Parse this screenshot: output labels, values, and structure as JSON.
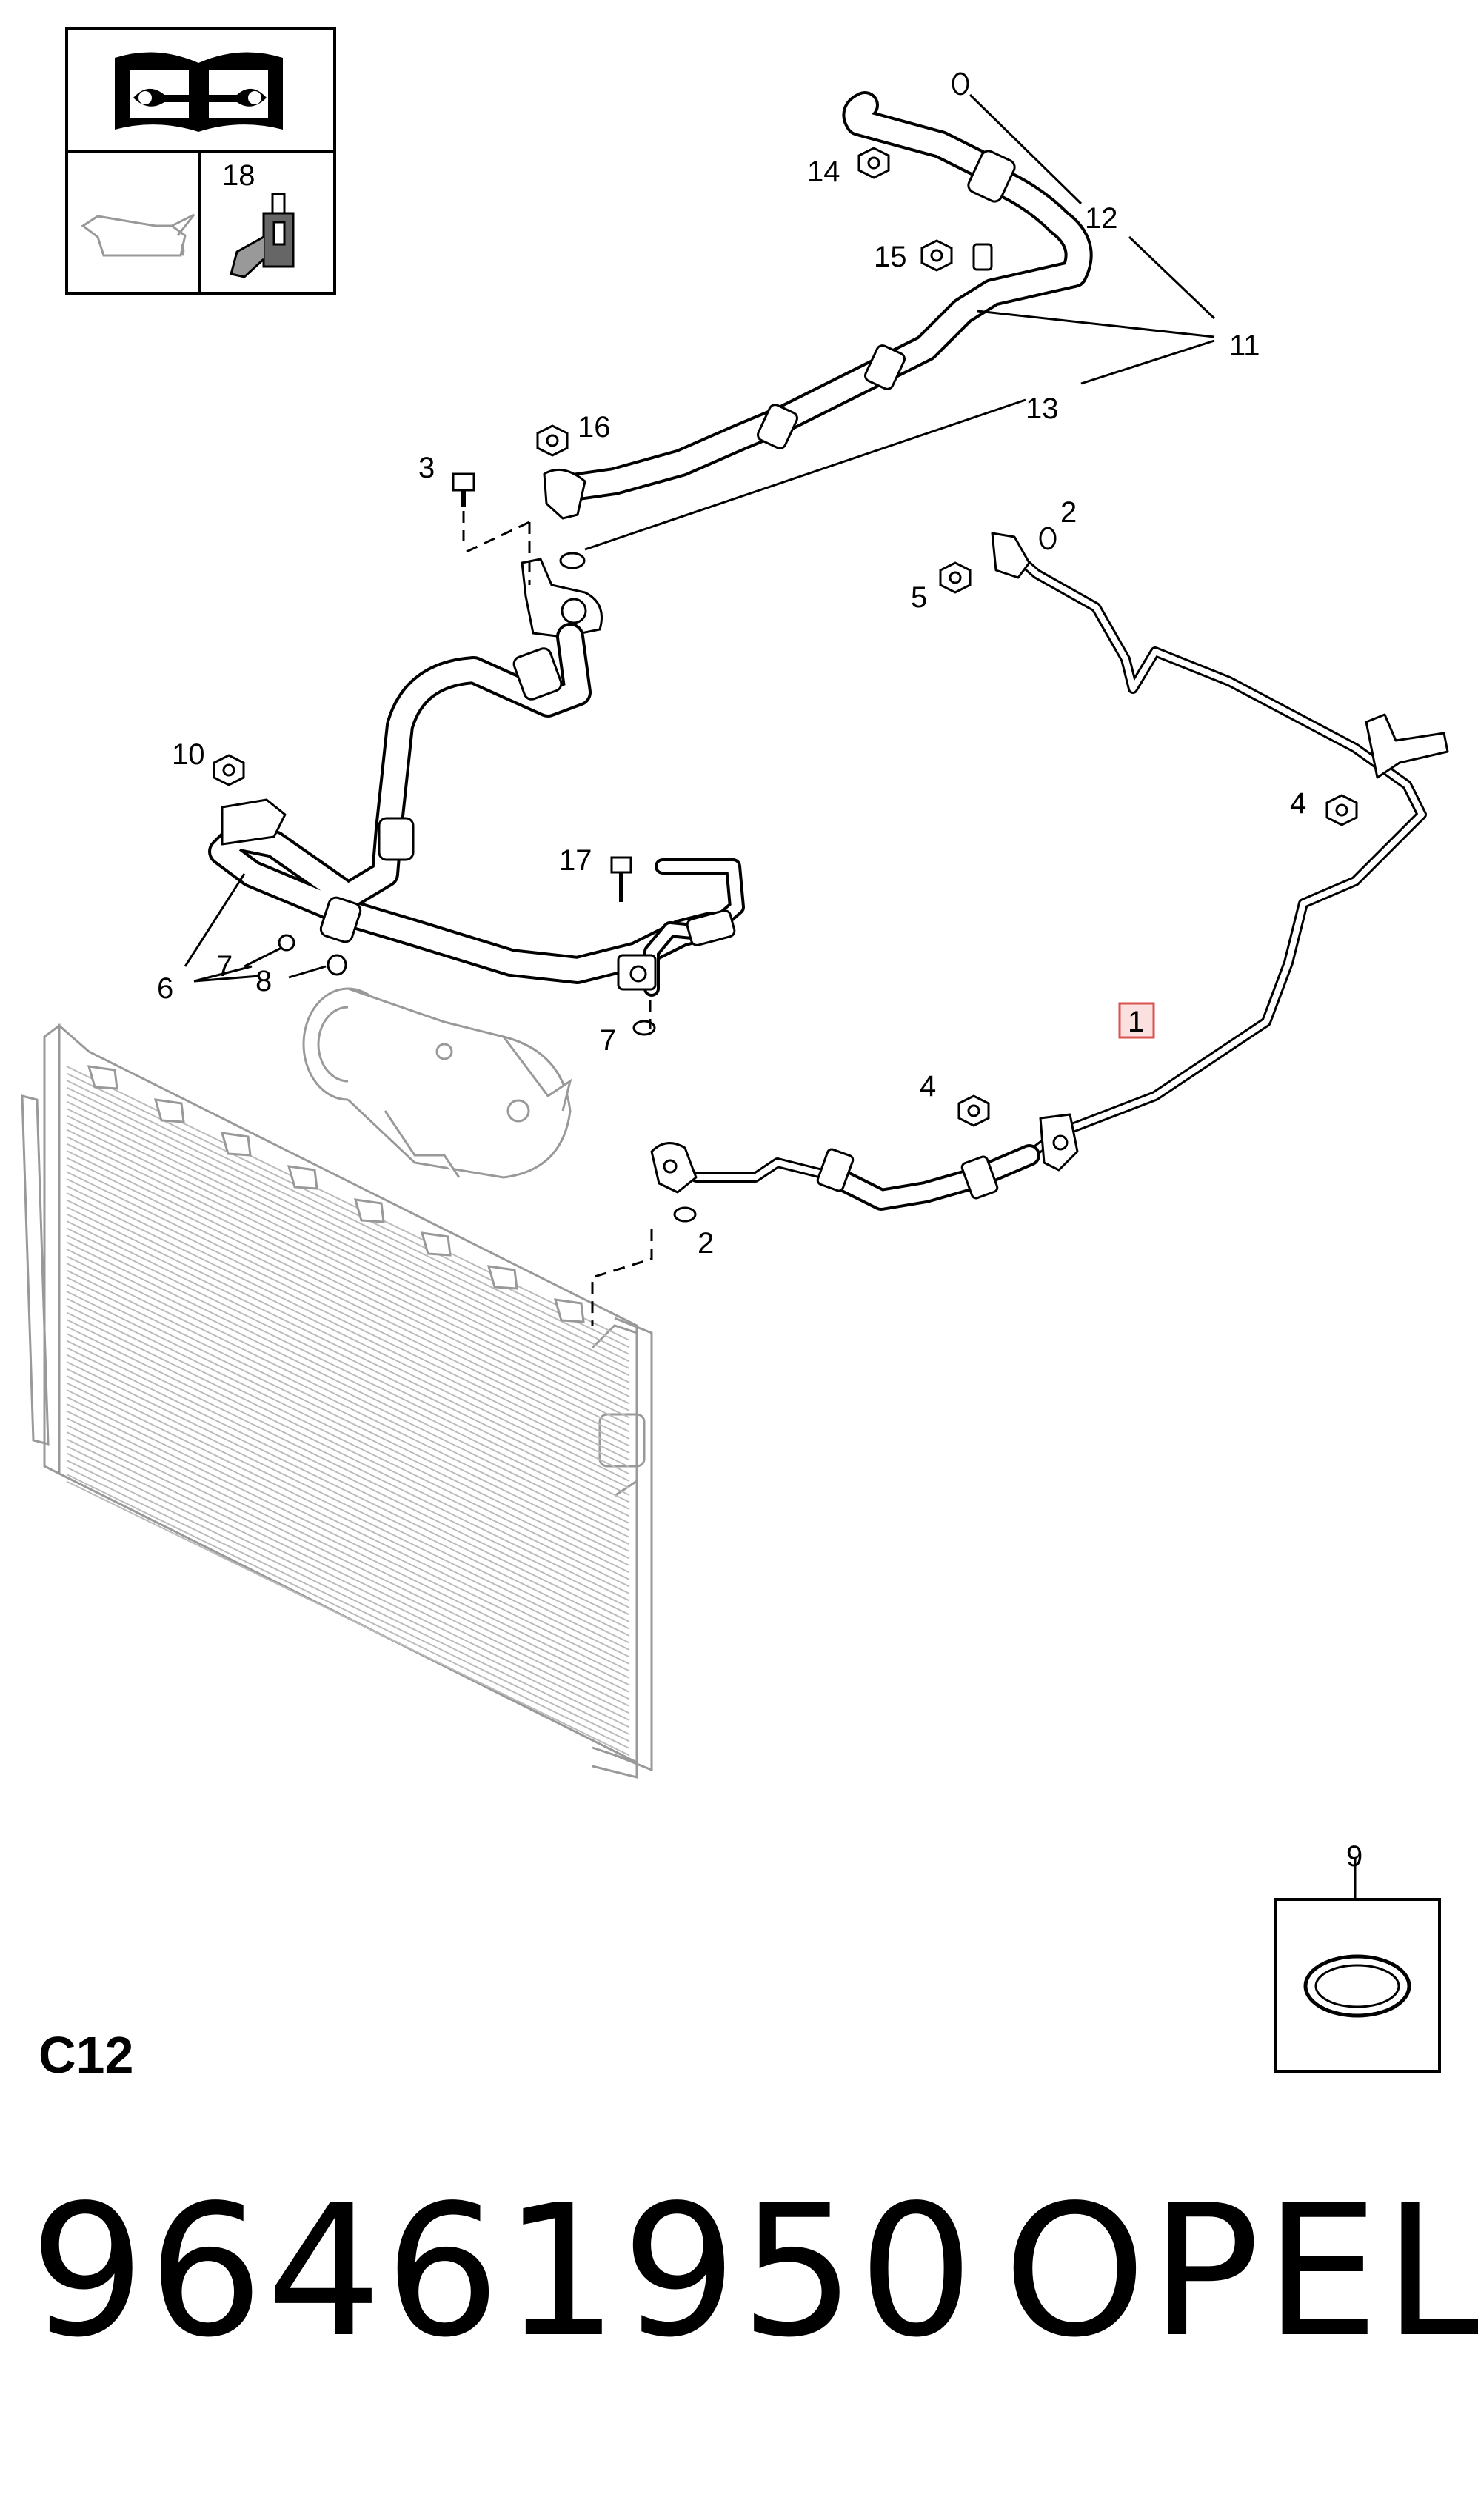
{
  "section_code": "C12",
  "part_number": "96461950",
  "brand": "OPEL",
  "highlight_color": "#d9534f",
  "icons": {
    "manual": "service-manual-wrench-icon",
    "oil": "oil-can-icon",
    "sealant": "sealant-bottle-icon"
  },
  "header_box": {
    "sealant_callout": "18"
  },
  "callouts": {
    "c1": "1",
    "c2a": "2",
    "c2b": "2",
    "c3": "3",
    "c4a": "4",
    "c4b": "4",
    "c5": "5",
    "c6": "6",
    "c7a": "7",
    "c7b": "7",
    "c8": "8",
    "c9": "9",
    "c10": "10",
    "c11": "11",
    "c12": "12",
    "c13": "13",
    "c14": "14",
    "c15": "15",
    "c16": "16",
    "c17": "17"
  }
}
